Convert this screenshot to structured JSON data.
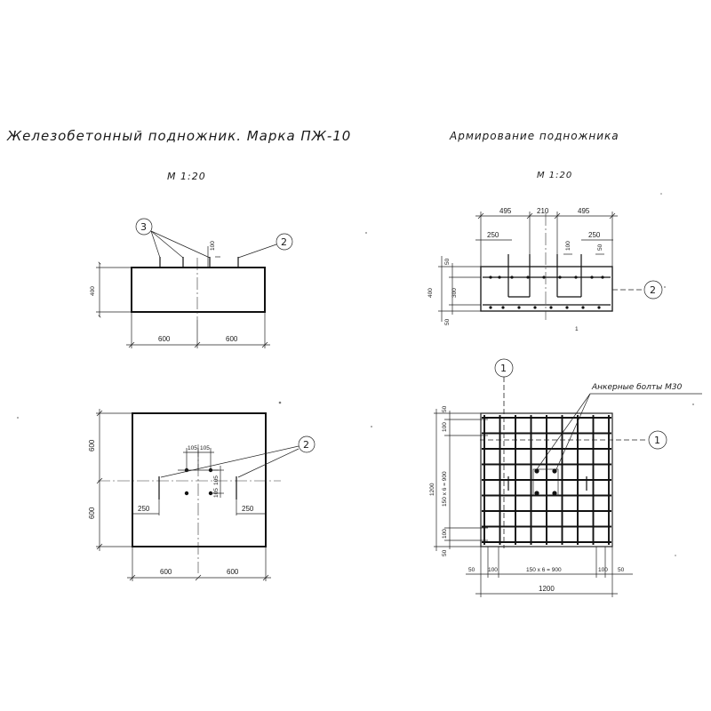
{
  "titles": {
    "left_title": "Железобетонный подножник. Марка ПЖ-10",
    "left_scale": "М 1:20",
    "right_title": "Армирование подножника",
    "right_scale": "М 1:20"
  },
  "left_elevation": {
    "callout_3": "3",
    "callout_2": "2",
    "dim_100": "100",
    "dim_400": "400",
    "dim_600_left": "600",
    "dim_600_right": "600"
  },
  "left_plan": {
    "callout_2": "2",
    "dim_600_top": "600",
    "dim_600_bottom": "600",
    "dim_105_left": "105",
    "dim_105_right": "105",
    "dim_105_v1": "105",
    "dim_105_v2": "105",
    "dim_250_left": "250",
    "dim_250_right": "250",
    "dim_600_bl": "600",
    "dim_600_br": "600"
  },
  "right_section": {
    "dim_495_left": "495",
    "dim_210": "210",
    "dim_495_right": "495",
    "dim_250_left": "250",
    "dim_100": "100",
    "dim_250_right": "250",
    "dim_50_small": "50",
    "dim_50_top": "50",
    "dim_300": "300",
    "dim_400": "400",
    "dim_50_bottom": "50",
    "callout_2": "2",
    "mark_1": "1"
  },
  "right_plan": {
    "callout_1_top": "1",
    "callout_1_right": "1",
    "anchor_label": "Анкерные болты М30",
    "dim_50_v_top": "50",
    "dim_100_v_top": "100",
    "dim_150x6_v": "150 х 6 = 900",
    "dim_1200_v": "1200",
    "dim_100_v_bot": "100",
    "dim_50_v_bot": "50",
    "dim_50_h_left": "50",
    "dim_100_h_left": "100",
    "dim_150x6_h": "150 х 6 = 900",
    "dim_100_h_right": "100",
    "dim_50_h_right": "50",
    "dim_1200_h": "1200"
  }
}
